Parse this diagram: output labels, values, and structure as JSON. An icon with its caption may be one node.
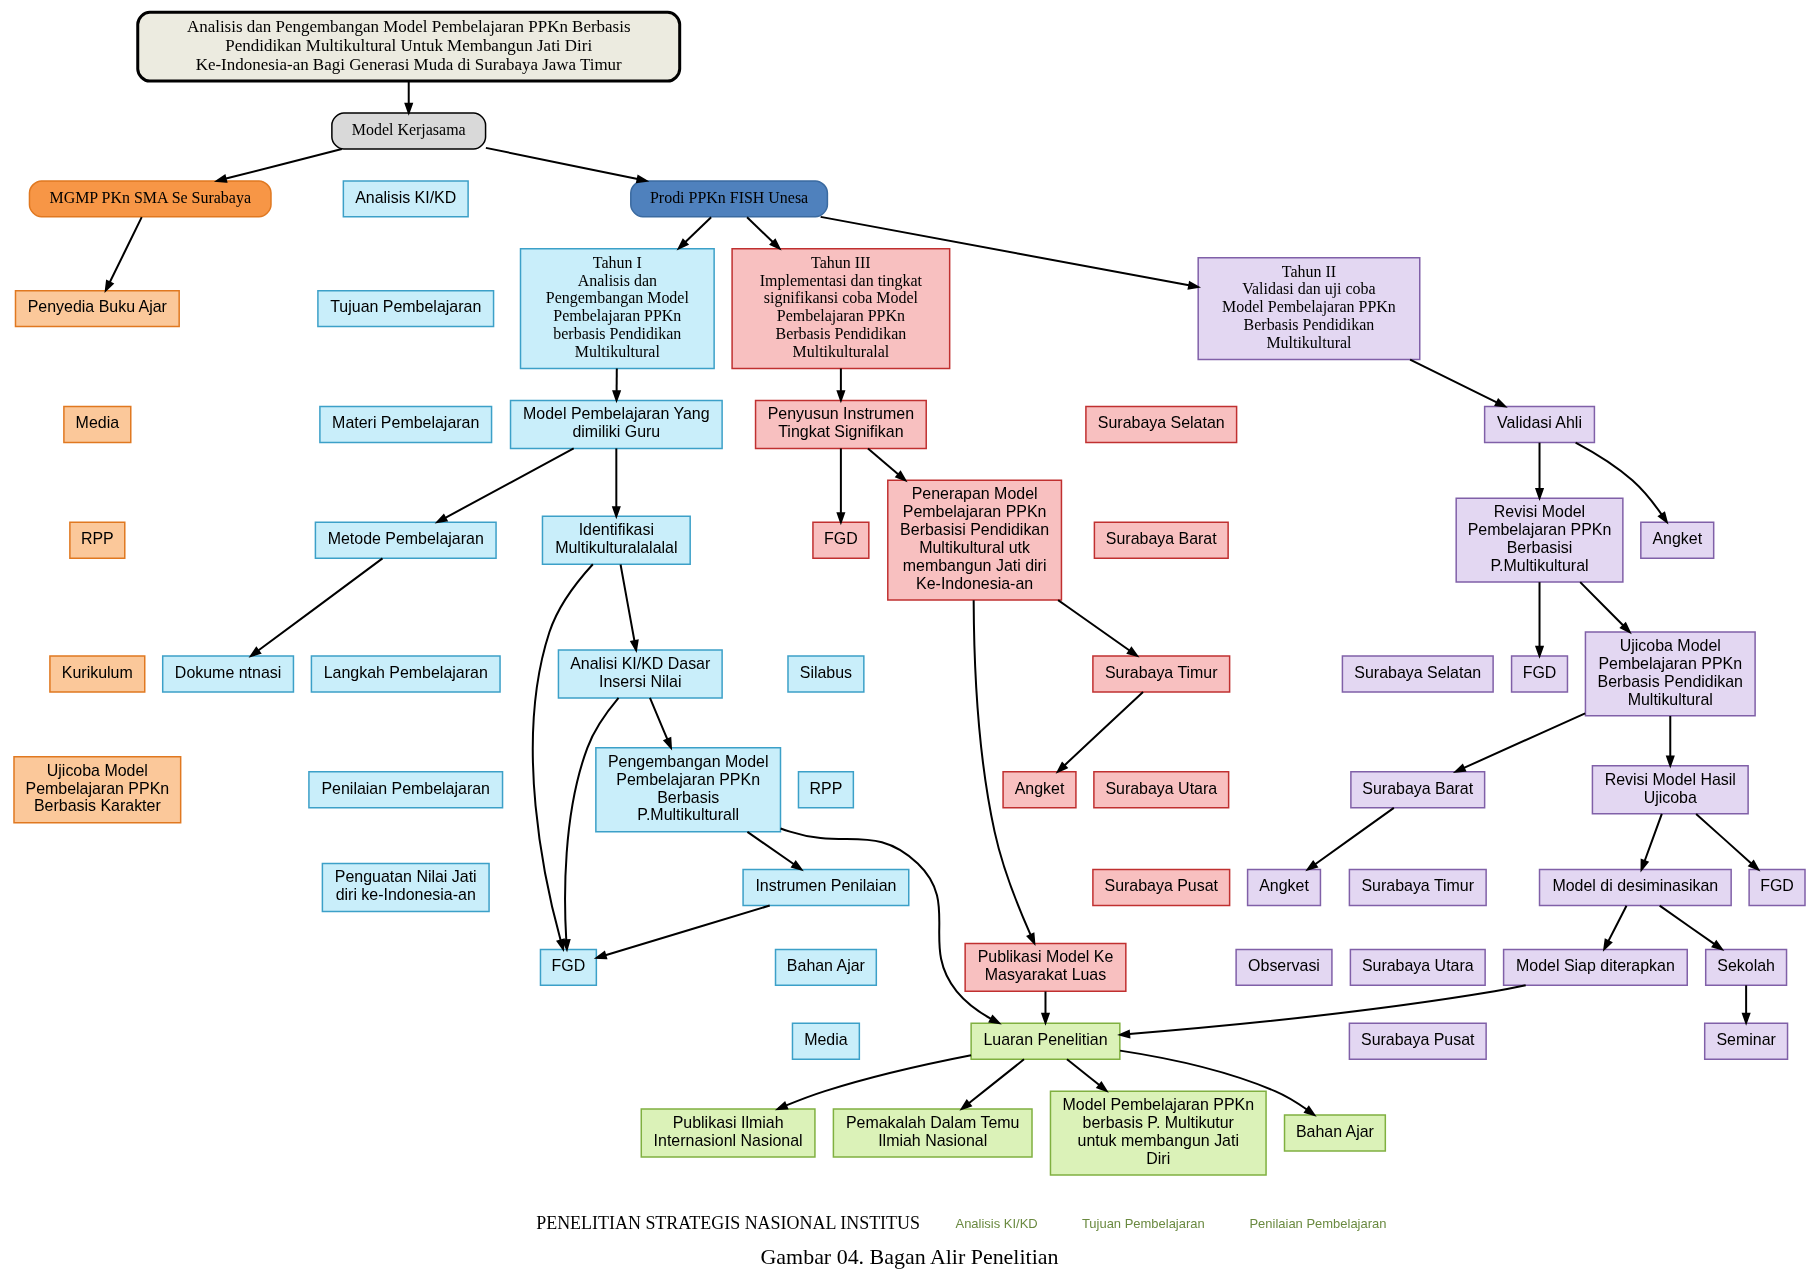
{
  "diagram": {
    "caption": "Gambar 04. Bagan Alir Penelitian",
    "nodes": [
      {
        "text": [
          "Analisis dan Pengembangan Model Pembelajaran PPKn Berbasis Pendidikan Multikultural Untuk Membangun Jati Diri Ke-Indonesia-an Bagi Generasi Muda di Surabaya Jawa Timur"
        ]
      },
      {
        "text": [
          "Model Kerjasama"
        ]
      },
      {
        "text": [
          "Prodi PPKn FISH Unesa"
        ]
      },
      {
        "text": [
          "MGMP PKn SMA Se Surabaya"
        ]
      },
      {
        "text": [
          "Tahun I",
          "Analisis dan Pengembangan Model Pembelajaran PPKn berbasis Pendidikan Multikultural"
        ]
      },
      {
        "text": [
          "Tahun II",
          "Validasi dan uji coba Model Pembelajaran PPKn Berbasis Pendidikan Multikultural"
        ]
      },
      {
        "text": [
          "Tahun III",
          "Implementasi dan tingkat signifikansi coba Model Pembelajaran PPKn Berbasis Pendidikan Multikulturalal"
        ]
      },
      {
        "text": [
          "Penyedia Buku Ajar"
        ]
      },
      {
        "text": [
          "Media"
        ]
      },
      {
        "text": [
          "RPP"
        ]
      },
      {
        "text": [
          "Kurikulum"
        ]
      },
      {
        "text": [
          "Ujicoba Model Pembelajaran PPKn Berbasis Karakter"
        ]
      },
      {
        "text": [
          "Model Pembelajaran Yang dimiliki Guru"
        ]
      },
      {
        "text": [
          "Analisis KI/KD"
        ]
      },
      {
        "text": [
          "Tujuan Pembelajaran"
        ]
      },
      {
        "text": [
          "Materi Pembelajaran"
        ]
      },
      {
        "text": [
          "Metode Pembelajaran"
        ]
      },
      {
        "text": [
          "Langkah Pembelajaran"
        ]
      },
      {
        "text": [
          "Penilaian Pembelajaran"
        ]
      },
      {
        "text": [
          "Penguatan Nilai Jati diri ke-Indonesia-an"
        ]
      },
      {
        "text": [
          "Dokume ntnasi"
        ]
      },
      {
        "text": [
          "Identifikasi Multikulturalalalal"
        ]
      },
      {
        "text": [
          "Analisi KI/KD Dasar Insersi Nilai"
        ]
      },
      {
        "text": [
          "FGD"
        ]
      },
      {
        "text": [
          "Pengembangan Model Pembelajaran PPKn Berbasis P.Multikulturall"
        ]
      },
      {
        "text": [
          "Silabus"
        ]
      },
      {
        "text": [
          "RPP"
        ]
      },
      {
        "text": [
          "Instrumen Penilaian"
        ]
      },
      {
        "text": [
          "Bahan Ajar"
        ]
      },
      {
        "text": [
          "Media"
        ]
      },
      {
        "text": [
          "Validasi Ahli"
        ]
      },
      {
        "text": [
          "Angket"
        ]
      },
      {
        "text": [
          "Revisi Model Pembelajaran PPKn Berbasisi P.Multikultural"
        ]
      },
      {
        "text": [
          "FGD"
        ]
      },
      {
        "text": [
          "Ujicoba Model Pembelajaran PPKn Berbasis Pendidikan Multikultural"
        ]
      },
      {
        "text": [
          "Surabaya Selatan"
        ]
      },
      {
        "text": [
          "Surabaya Barat"
        ]
      },
      {
        "text": [
          "Surabaya Timur"
        ]
      },
      {
        "text": [
          "Surabaya Utara"
        ]
      },
      {
        "text": [
          "Surabaya Pusat"
        ]
      },
      {
        "text": [
          "Angket"
        ]
      },
      {
        "text": [
          "Observasi"
        ]
      },
      {
        "text": [
          "Revisi Model Hasil Ujicoba"
        ]
      },
      {
        "text": [
          "FGD"
        ]
      },
      {
        "text": [
          "Model di desiminasikan"
        ]
      },
      {
        "text": [
          "Sekolah"
        ]
      },
      {
        "text": [
          "Seminar"
        ]
      },
      {
        "text": [
          "Model Siap diterapkan"
        ]
      },
      {
        "text": [
          "Penyusun Instrumen Tingkat Signifikan"
        ]
      },
      {
        "text": [
          "FGD"
        ]
      },
      {
        "text": [
          "Penerapan Model Pembelajaran PPKn Berbasisi Pendidikan Multikultural utk membangun Jati diri Ke-Indonesia-an"
        ]
      },
      {
        "text": [
          "Surabaya Selatan"
        ]
      },
      {
        "text": [
          "Surabaya Barat"
        ]
      },
      {
        "text": [
          "Surabaya Timur"
        ]
      },
      {
        "text": [
          "Surabaya Utara"
        ]
      },
      {
        "text": [
          "Surabaya Pusat"
        ]
      },
      {
        "text": [
          "Angket"
        ]
      },
      {
        "text": [
          "Publikasi Model Ke Masyarakat Luas"
        ]
      },
      {
        "text": [
          "Luaran Penelitian"
        ]
      },
      {
        "text": [
          "Publikasi Ilmiah Internasionl Nasional"
        ]
      },
      {
        "text": [
          "Pemakalah Dalam Temu Ilmiah Nasional"
        ]
      },
      {
        "text": [
          "Model Pembelajaran PPKn berbasis P. Multikutur untuk membangun Jati Diri"
        ]
      },
      {
        "text": [
          "Bahan Ajar"
        ]
      }
    ],
    "edges": [
      {
        "from": 0,
        "to": 1,
        "arrow": "to"
      },
      {
        "from": 1,
        "to": 2,
        "arrow": "to"
      },
      {
        "from": 1,
        "to": 3,
        "arrow": "to"
      },
      {
        "from": 2,
        "to": 4,
        "arrow": "to"
      },
      {
        "from": 2,
        "to": 5,
        "arrow": "to"
      },
      {
        "from": 2,
        "to": 6,
        "arrow": "to"
      },
      {
        "from": 3,
        "to": 7,
        "arrow": "to"
      },
      {
        "from": 4,
        "to": 12,
        "arrow": "to"
      },
      {
        "from": 12,
        "to": 16,
        "arrow": "to"
      },
      {
        "from": 16,
        "to": 20,
        "arrow": "to"
      },
      {
        "from": 12,
        "to": 21,
        "arrow": "to"
      },
      {
        "from": 21,
        "to": 22,
        "arrow": "to"
      },
      {
        "from": 22,
        "to": 23,
        "arrow": "to"
      },
      {
        "from": 21,
        "to": 23,
        "arrow": "to"
      },
      {
        "from": 27,
        "to": 23,
        "arrow": "to"
      },
      {
        "from": 22,
        "to": 24,
        "arrow": "to"
      },
      {
        "from": 24,
        "to": 27,
        "arrow": "to"
      },
      {
        "from": 24,
        "to": 58,
        "arrow": "to"
      },
      {
        "from": 5,
        "to": 30,
        "arrow": "to"
      },
      {
        "from": 30,
        "to": 31,
        "arrow": "to"
      },
      {
        "from": 30,
        "to": 32,
        "arrow": "to"
      },
      {
        "from": 32,
        "to": 33,
        "arrow": "to"
      },
      {
        "from": 32,
        "to": 34,
        "arrow": "to"
      },
      {
        "from": 34,
        "to": 36,
        "arrow": "to"
      },
      {
        "from": 36,
        "to": 40,
        "arrow": "to"
      },
      {
        "from": 34,
        "to": 42,
        "arrow": "to"
      },
      {
        "from": 42,
        "to": 43,
        "arrow": "to"
      },
      {
        "from": 42,
        "to": 44,
        "arrow": "to"
      },
      {
        "from": 44,
        "to": 45,
        "arrow": "to"
      },
      {
        "from": 45,
        "to": 46,
        "arrow": "to"
      },
      {
        "from": 44,
        "to": 47,
        "arrow": "to"
      },
      {
        "from": 47,
        "to": 58,
        "arrow": "to"
      },
      {
        "from": 6,
        "to": 48,
        "arrow": "to"
      },
      {
        "from": 48,
        "to": 49,
        "arrow": "to"
      },
      {
        "from": 48,
        "to": 50,
        "arrow": "to"
      },
      {
        "from": 50,
        "to": 53,
        "arrow": "to"
      },
      {
        "from": 53,
        "to": 56,
        "arrow": "to"
      },
      {
        "from": 50,
        "to": 57,
        "arrow": "to"
      },
      {
        "from": 57,
        "to": 58,
        "arrow": "to"
      },
      {
        "from": 58,
        "to": 59,
        "arrow": "to"
      },
      {
        "from": 58,
        "to": 60,
        "arrow": "to"
      },
      {
        "from": 58,
        "to": 61,
        "arrow": "to"
      },
      {
        "from": 58,
        "to": 62,
        "arrow": "to"
      }
    ],
    "labels": [
      "PENELITIAN STRATEGIS NASIONAL INSTITUS",
      "Analisis KI/KD",
      "Tujuan Pembelajaran",
      "Penilaian Pembelajaran"
    ]
  }
}
